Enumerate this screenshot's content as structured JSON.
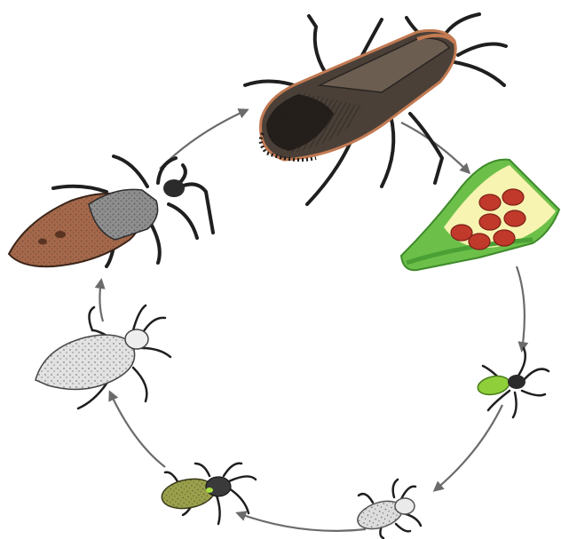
{
  "diagram": {
    "type": "life-cycle",
    "stages": [
      {
        "id": "adult",
        "icon": "adult-bug-icon"
      },
      {
        "id": "eggs",
        "icon": "egg-cluster-icon"
      },
      {
        "id": "nymph-instar-1",
        "icon": "first-instar-nymph-icon"
      },
      {
        "id": "nymph-instar-2",
        "icon": "second-instar-nymph-icon"
      },
      {
        "id": "nymph-instar-3",
        "icon": "third-instar-nymph-icon"
      },
      {
        "id": "nymph-instar-4",
        "icon": "fourth-instar-nymph-icon"
      },
      {
        "id": "nymph-instar-5",
        "icon": "fifth-instar-nymph-icon"
      }
    ],
    "colors": {
      "arrow": "#6b6b6b",
      "adult_body": "#4a4038",
      "adult_edge": "#c27a52",
      "egg": "#c0392b",
      "leaf": "#6cc04a",
      "instar1_abdomen": "#8fcf3a",
      "instar2_abdomen": "#9aa04a",
      "instar5_abdomen": "#a5684a",
      "pale_nymph": "#dcdcdc",
      "leg": "#2b2b2b"
    }
  }
}
